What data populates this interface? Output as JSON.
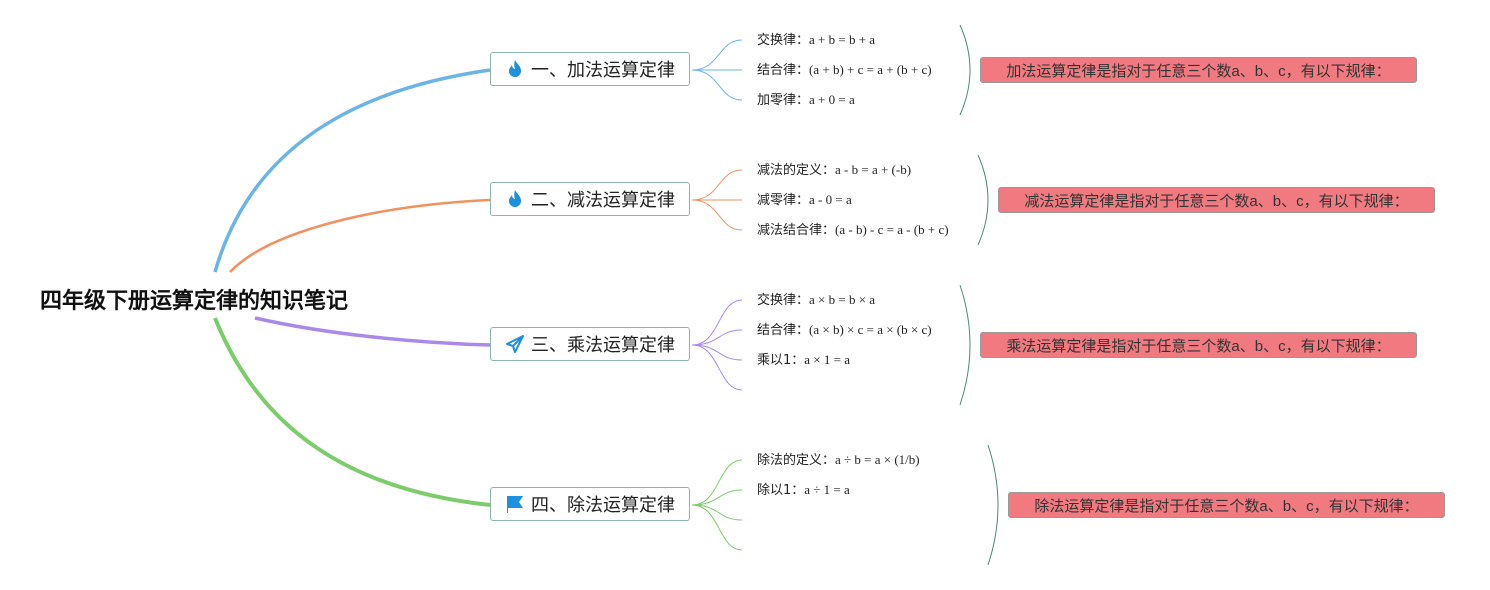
{
  "root": {
    "title": "四年级下册运算定律的知识笔记"
  },
  "branches": [
    {
      "label": "一、加法运算定律",
      "icon": "fire-icon",
      "color": "#6cb4e4",
      "leaves": [
        {
          "k": "交换律：",
          "v": "a + b = b + a"
        },
        {
          "k": "结合律：",
          "v": "(a + b) + c = a + (b + c)"
        },
        {
          "k": "加零律：",
          "v": "a + 0 = a"
        }
      ],
      "summary": "加法运算定律是指对于任意三个数a、b、c，有以下规律："
    },
    {
      "label": "二、减法运算定律",
      "icon": "fire-icon",
      "color": "#ef9262",
      "leaves": [
        {
          "k": "减法的定义：",
          "v": "a - b = a + (-b)"
        },
        {
          "k": "减零律：",
          "v": "a - 0 = a"
        },
        {
          "k": "减法结合律：",
          "v": "(a - b) - c = a - (b + c)"
        }
      ],
      "summary": "减法运算定律是指对于任意三个数a、b、c，有以下规律："
    },
    {
      "label": "三、乘法运算定律",
      "icon": "paper-plane-icon",
      "color": "#a98ae6",
      "leaves": [
        {
          "k": "交换律：",
          "v": "a × b = b × a"
        },
        {
          "k": "结合律：",
          "v": "(a × b) × c = a × (b × c)"
        },
        {
          "k": "乘以1：",
          "v": "a × 1 = a"
        }
      ],
      "summary": "乘法运算定律是指对于任意三个数a、b、c，有以下规律："
    },
    {
      "label": "四、除法运算定律",
      "icon": "flag-icon",
      "color": "#7ccc6c",
      "leaves": [
        {
          "k": "除法的定义：",
          "v": "a ÷ b = a × (1/b)"
        },
        {
          "k": "除以1：",
          "v": "a ÷ 1 = a"
        }
      ],
      "summary": "除法运算定律是指对于任意三个数a、b、c，有以下规律："
    }
  ],
  "colors": {
    "icon": "#1e90dc",
    "summary_bg": "#f07a80",
    "bracket": "#4a8a78"
  }
}
